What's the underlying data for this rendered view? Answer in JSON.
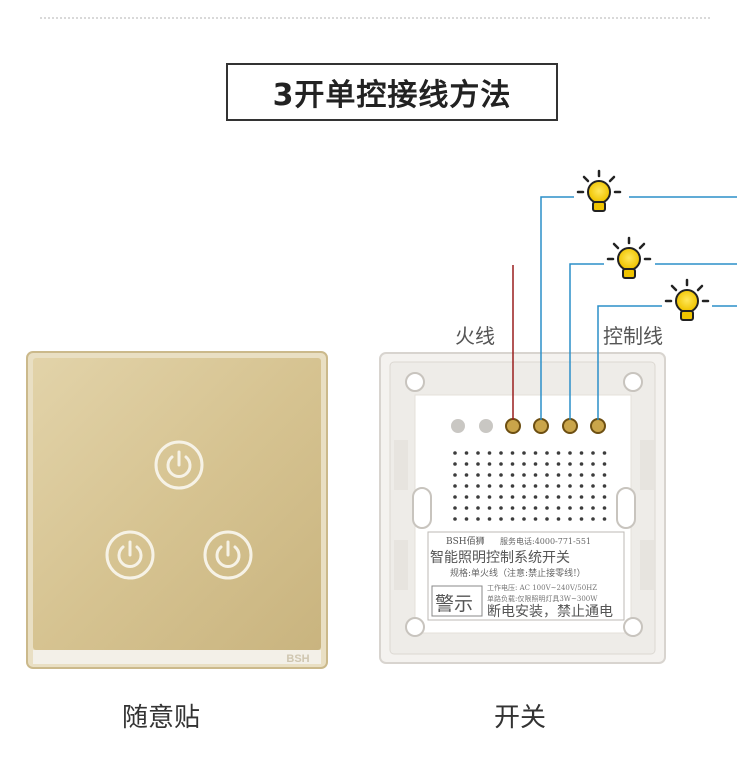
{
  "title": "3开单控接线方法",
  "labels": {
    "live_wire": "火线",
    "control_wire": "控制线"
  },
  "captions": {
    "left": "随意贴",
    "right": "开关"
  },
  "back_label": {
    "brand": "BSH佰狮",
    "service": "服务电话:4000-771-551",
    "product": "智能照明控制系统开关",
    "spec": "规格:单火线（注意:禁止接零线!）",
    "voltage": "工作电压: AC 100V~240V/50HZ",
    "load": "单路负载:仅限照明灯具3W~300W",
    "warning_title": "警示",
    "warning_text": "断电安装，禁止通电"
  },
  "panel_brand": "BSH",
  "colors": {
    "panel_gold": "#d7c596",
    "wire_blue": "#2b8fc9",
    "wire_red": "#9a1f1f",
    "bulb_yellow": "#f7d21a"
  },
  "icons": [
    "power-icon",
    "bulb-icon"
  ]
}
